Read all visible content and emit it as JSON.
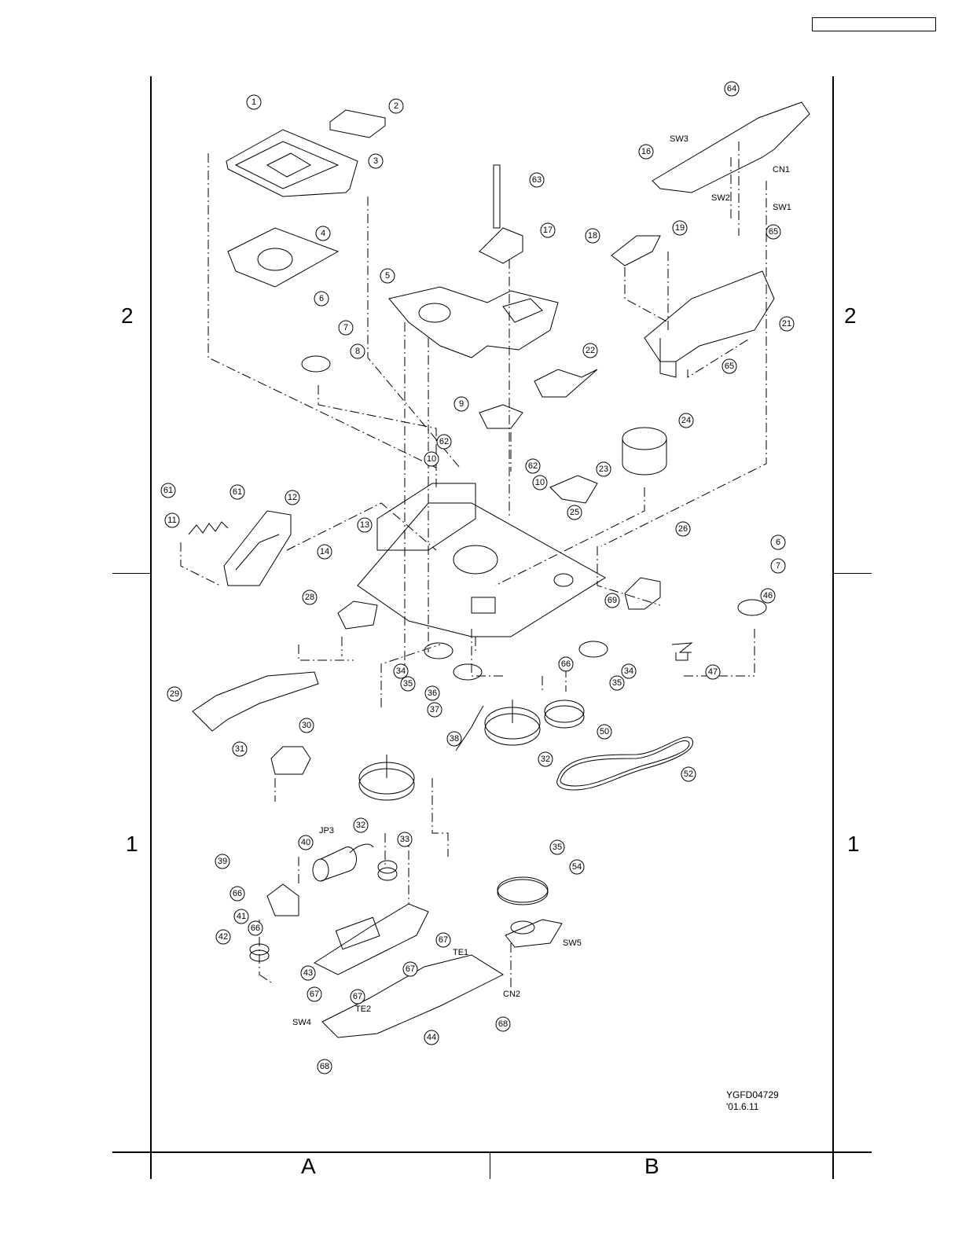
{
  "zones": {
    "row_top": "2",
    "row_bottom": "1",
    "col_left": "A",
    "col_right": "B"
  },
  "drawing": {
    "id": "YGFD04729",
    "date": "'01.6.11"
  },
  "callouts": [
    "1",
    "2",
    "3",
    "4",
    "5",
    "6",
    "7",
    "8",
    "9",
    "10",
    "10",
    "11",
    "12",
    "13",
    "14",
    "16",
    "17",
    "18",
    "19",
    "21",
    "22",
    "23",
    "24",
    "25",
    "26",
    "6",
    "7",
    "46",
    "28",
    "29",
    "30",
    "31",
    "32",
    "32",
    "33",
    "34",
    "34",
    "35",
    "35",
    "35",
    "36",
    "37",
    "38",
    "39",
    "40",
    "41",
    "42",
    "43",
    "44",
    "47",
    "50",
    "52",
    "54",
    "61",
    "61",
    "62",
    "62",
    "63",
    "64",
    "65",
    "65",
    "66",
    "66",
    "66",
    "67",
    "67",
    "67",
    "67",
    "68",
    "68",
    "69"
  ],
  "tags": [
    "SW3",
    "SW2",
    "SW1",
    "CN1",
    "JP3",
    "TE1",
    "TE2",
    "CN2",
    "SW4",
    "SW5"
  ]
}
